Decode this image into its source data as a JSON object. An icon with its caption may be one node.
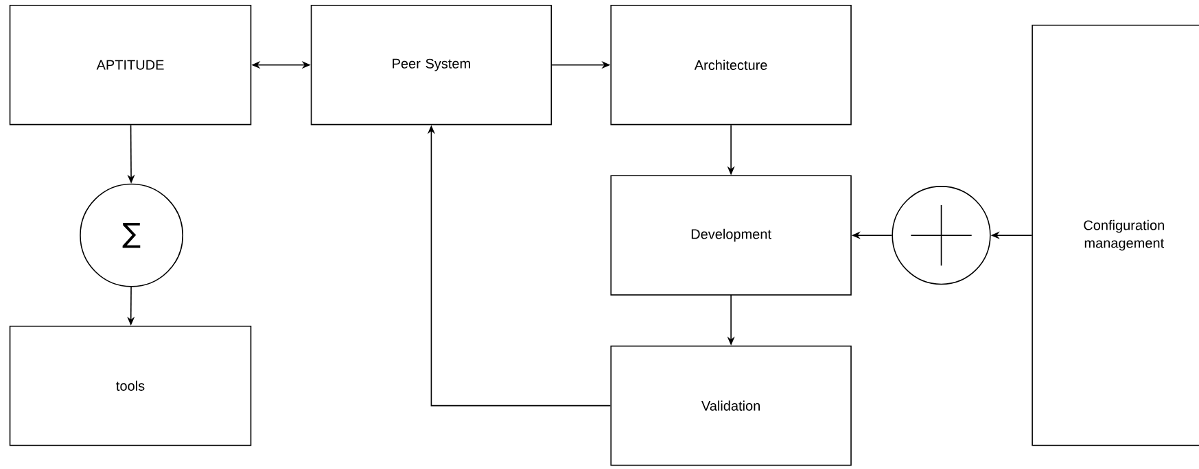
{
  "diagram": {
    "nodes": [
      {
        "text": [
          "APTITUDE"
        ]
      },
      {
        "text": [
          "Peer System"
        ]
      },
      {
        "text": [
          "Architecture"
        ]
      },
      {
        "text": [
          "∑"
        ]
      },
      {
        "text": [
          "Development"
        ]
      },
      {
        "text": [],
        "shape": "circle"
      },
      {
        "text": [
          "Configuration management"
        ]
      },
      {
        "text": [
          "tools"
        ]
      },
      {
        "text": [
          "Validation"
        ]
      }
    ],
    "edges": [
      {
        "from": 0,
        "to": 1,
        "arrow": "both"
      },
      {
        "from": 1,
        "to": 2,
        "arrow": "to"
      },
      {
        "from": 0,
        "to": 3,
        "arrow": "to"
      },
      {
        "from": 3,
        "to": 7,
        "arrow": "to"
      },
      {
        "from": 2,
        "to": 4,
        "arrow": "to"
      },
      {
        "from": 6,
        "to": 5,
        "arrow": "to"
      },
      {
        "from": 5,
        "to": 4,
        "arrow": "to"
      },
      {
        "from": 4,
        "to": 8,
        "arrow": "to"
      },
      {
        "from": 8,
        "to": 1,
        "arrow": "to"
      }
    ]
  }
}
